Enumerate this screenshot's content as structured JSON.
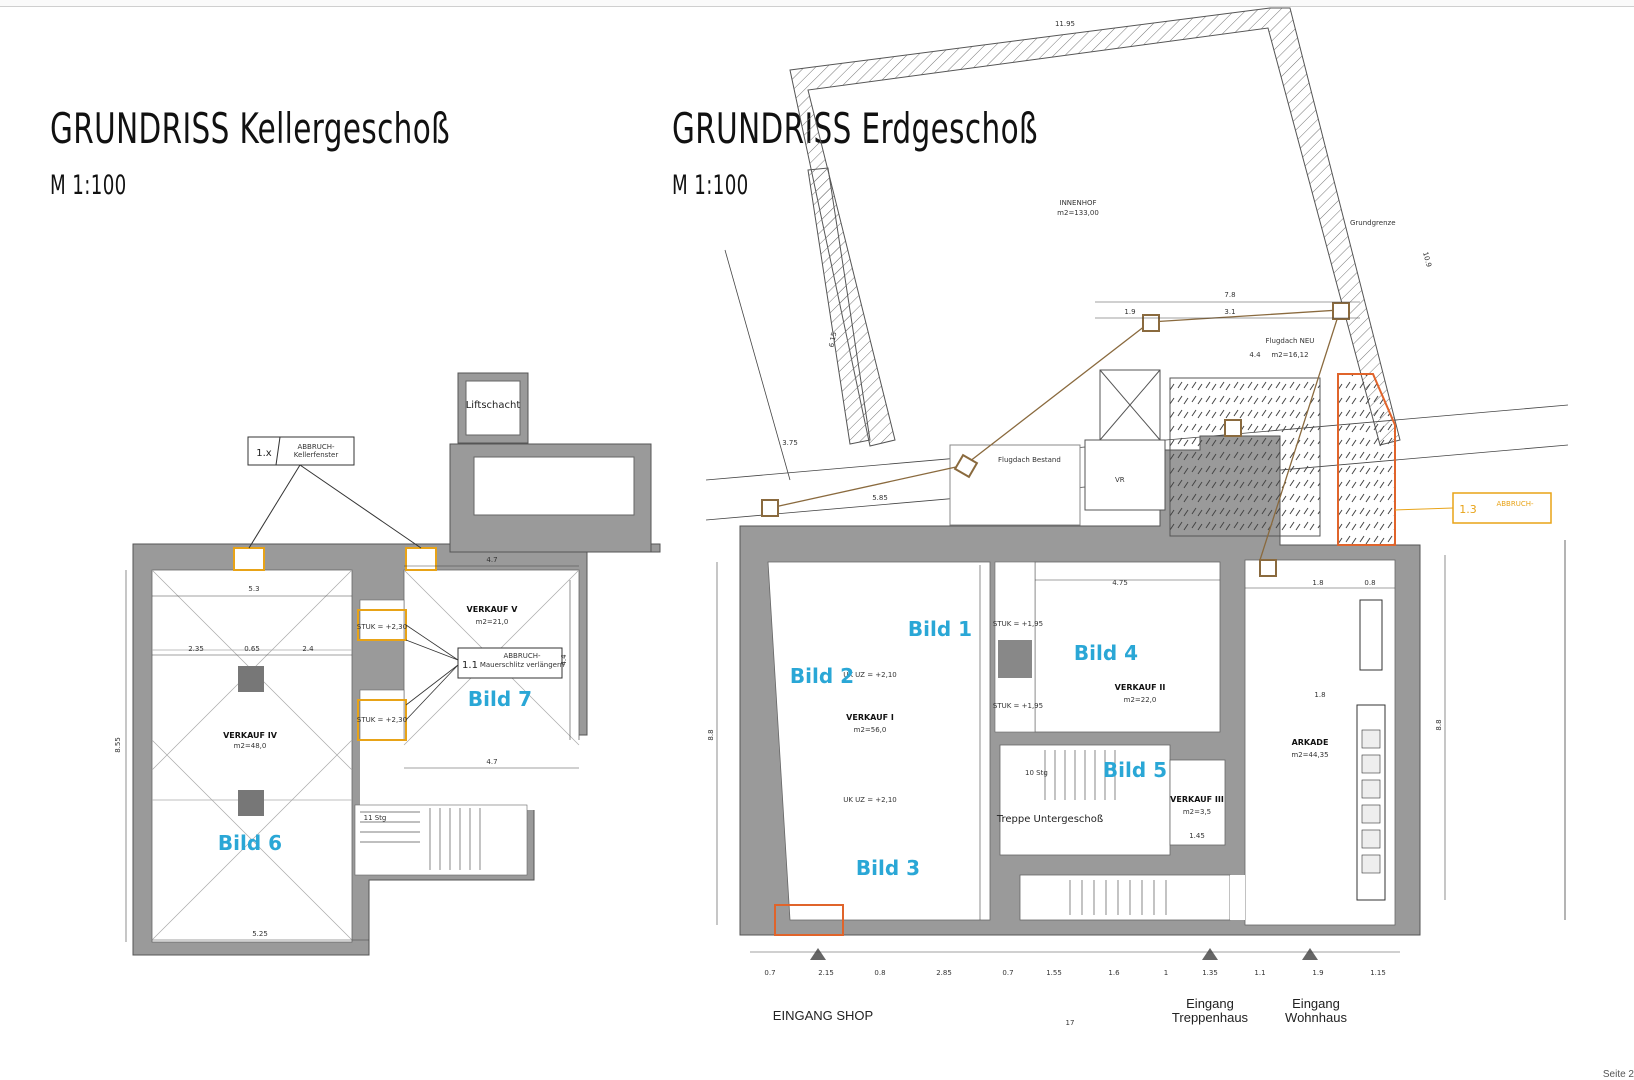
{
  "left_plan": {
    "title": "GRUNDRISS Kellergeschoß",
    "scale": "M 1:100",
    "labels": {
      "liftshaft": "Liftschacht",
      "abbruch_tag": "1.x",
      "abbruch_text": "ABBRUCH-",
      "abbruch_sub": "Kellerfenster",
      "tag_11": "1.1",
      "abbruch_11_text": "ABBRUCH-",
      "abbruch_11_sub": "Mauerschlitz verlängern",
      "room_4": "VERKAUF IV",
      "room_4_area": "m2=48,0",
      "room_5": "VERKAUF V",
      "room_5_area": "m2=21,0",
      "stuk1": "STUK = +2,30",
      "stuk2": "STUK = +2,30",
      "stair": "11 Stg"
    },
    "dims": [
      "5.3",
      "4.7",
      "2.35",
      "0.65",
      "2.4",
      "4.7",
      "5.25",
      "8.55",
      "4.4"
    ],
    "photos": [
      "Bild 6",
      "Bild 7"
    ]
  },
  "right_plan": {
    "title": "GRUNDRISS Erdgeschoß",
    "scale": "M 1:100",
    "labels": {
      "innenhof": "INNENHOF",
      "innenhof_area": "m2=133,00",
      "grundgrenze": "Grundgrenze",
      "flugdach": "Flugdach NEU",
      "flugdach_area": "m2=16,12",
      "flugdach_bestand": "Flugdach Bestand",
      "wc": "VR",
      "tag_13": "1.3",
      "abbruch_13": "ABBRUCH-",
      "room_1": "VERKAUF I",
      "room_1_area": "m2=56,0",
      "room_2": "VERKAUF II",
      "room_2_area": "m2=22,0",
      "room_3": "VERKAUF III",
      "room_3_area": "m2=3,5",
      "arkade": "ARKADE",
      "arkade_area": "m2=44,35",
      "stuk1": "STUK = +1,95",
      "stuk2": "STUK = +1,95",
      "uk1": "UK UZ = +2,10",
      "uk2": "UK UZ = +2,10",
      "treppe": "Treppe Untergeschoß",
      "stair": "10 Stg",
      "dim_145": "1.45"
    },
    "dims_top": [
      "11.95",
      "7.8",
      "1.9",
      "3.1",
      "4.4",
      "3.75",
      "5.85",
      "10.9",
      "6.15",
      "4.75",
      "1.8",
      "0.8",
      "1.8",
      "8.8",
      "8.8"
    ],
    "dims_bottom": [
      "0.7",
      "2.15",
      "0.8",
      "2.85",
      "0.7",
      "1.55",
      "1.6",
      "1",
      "1.35",
      "1.1",
      "1.9",
      "1.15",
      "17"
    ],
    "photos": [
      "Bild 1",
      "Bild 2",
      "Bild 3",
      "Bild 4",
      "Bild 5"
    ],
    "bottom_labels": {
      "eingang_shop": "EINGANG SHOP",
      "eingang_treppenhaus_1": "Eingang",
      "eingang_treppenhaus_2": "Treppenhaus",
      "eingang_wohnhaus_1": "Eingang",
      "eingang_wohnhaus_2": "Wohnhaus"
    }
  },
  "footer": {
    "page": "Seite 2"
  },
  "colors": {
    "wall": "#9a9a9a",
    "photo_label": "#2aa7d6",
    "highlight": "#e8a317",
    "orange": "#e0642b",
    "brown": "#8a6a3e"
  }
}
